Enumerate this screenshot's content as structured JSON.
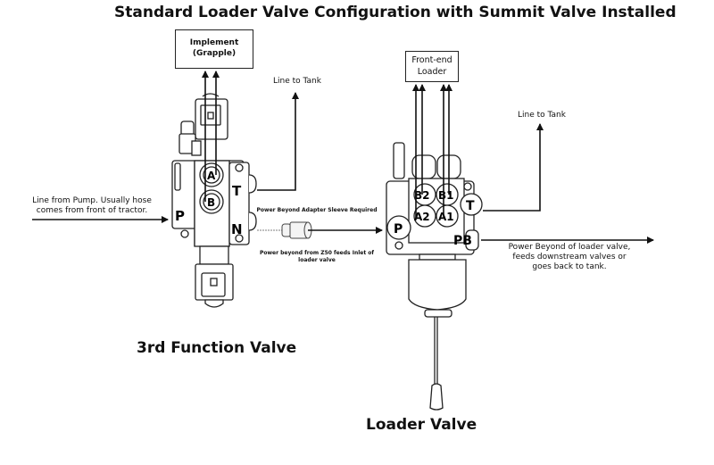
{
  "title": "Standard Loader Valve Configuration with Summit Valve Installed",
  "third_function_valve": {
    "caption": "3rd Function Valve",
    "implement_box": {
      "line1": "Implement",
      "line2": "(Grapple)"
    },
    "line_to_tank": "Line to Tank",
    "pump_line": {
      "line1": "Line from Pump. Usually hose",
      "line2": "comes from front of tractor."
    },
    "ports": {
      "a": "A",
      "b": "B",
      "p": "P",
      "t": "T",
      "n": "N"
    }
  },
  "adapter": {
    "heading": "Power Beyond Adapter Sleeve Required",
    "note_line1": "Power beyond from Z50 feeds Inlet of",
    "note_line2": "loader valve"
  },
  "loader_valve": {
    "caption": "Loader Valve",
    "loader_box": {
      "line1": "Front-end",
      "line2": "Loader"
    },
    "line_to_tank": "Line to Tank",
    "power_beyond_note": {
      "line1": "Power Beyond of loader valve,",
      "line2": "feeds downstream valves or",
      "line3": "goes back to tank."
    },
    "ports": {
      "b2": "B2",
      "b1": "B1",
      "a2": "A2",
      "a1": "A1",
      "p": "P",
      "t": "T",
      "pb": "PB"
    }
  }
}
